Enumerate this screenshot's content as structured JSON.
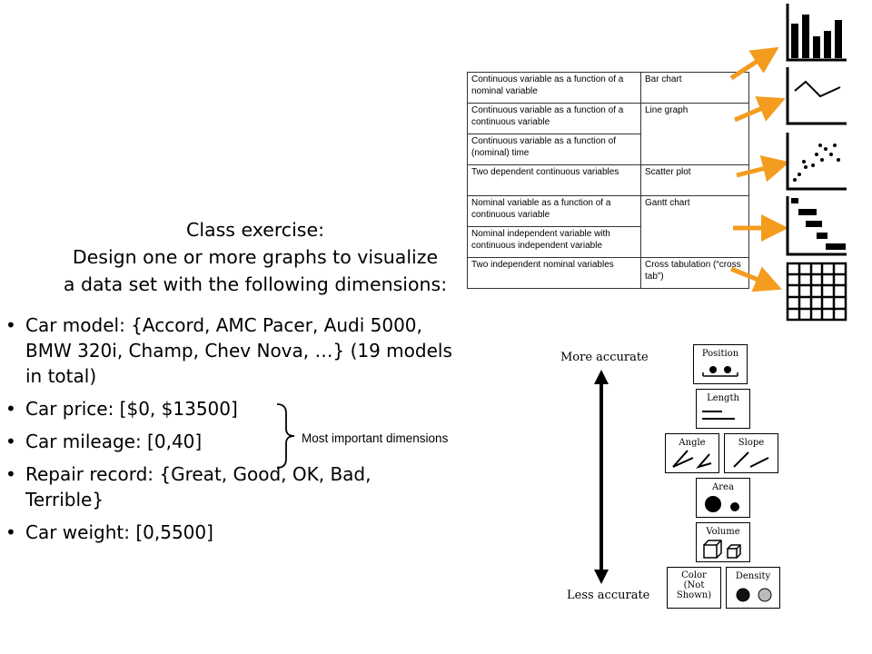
{
  "exercise": {
    "title_lines": [
      "Class exercise:",
      "Design one or more graphs to visualize",
      "a data set with the following dimensions:"
    ],
    "bullets": [
      "Car model: {Accord, AMC Pacer, Audi 5000,\nBMW 320i, Champ, Chev Nova, …} (19 models\nin total)",
      "Car price: [$0, $13500]",
      "Car mileage: [0,40]",
      "Repair record: {Great, Good, OK, Bad,\nTerrible}",
      "Car weight: [0,5500]"
    ],
    "bullet_glyph": "•",
    "brace_note": "Most important dimensions"
  },
  "chart_table": {
    "rows": [
      {
        "left": "Continuous variable as a function of a nominal variable",
        "right": "Bar chart"
      },
      {
        "left": "Continuous variable as a function of a continuous variable",
        "right": "Line graph"
      },
      {
        "left": "Continuous variable as a function of (nominal) time",
        "right": ""
      },
      {
        "left": "Two dependent continuous variables",
        "right": "Scatter plot"
      },
      {
        "left": "Nominal variable as a function of a continuous variable",
        "right": "Gantt chart"
      },
      {
        "left": "Nominal independent variable with continuous independent variable",
        "right": ""
      },
      {
        "left": "Two independent nominal variables",
        "right": "Cross tabulation (“cross tab”)"
      }
    ],
    "icons": [
      "bar-chart-icon",
      "line-graph-icon",
      "scatter-plot-icon",
      "gantt-chart-icon",
      "cross-tab-icon"
    ],
    "arrow_color": "#F39C1F"
  },
  "accuracy": {
    "top_label": "More accurate",
    "bottom_label": "Less accurate",
    "encodings": {
      "position": "Position",
      "length": "Length",
      "angle": "Angle",
      "slope": "Slope",
      "area": "Area",
      "volume": "Volume",
      "color": "Color\n(Not\nShown)",
      "density": "Density"
    }
  }
}
